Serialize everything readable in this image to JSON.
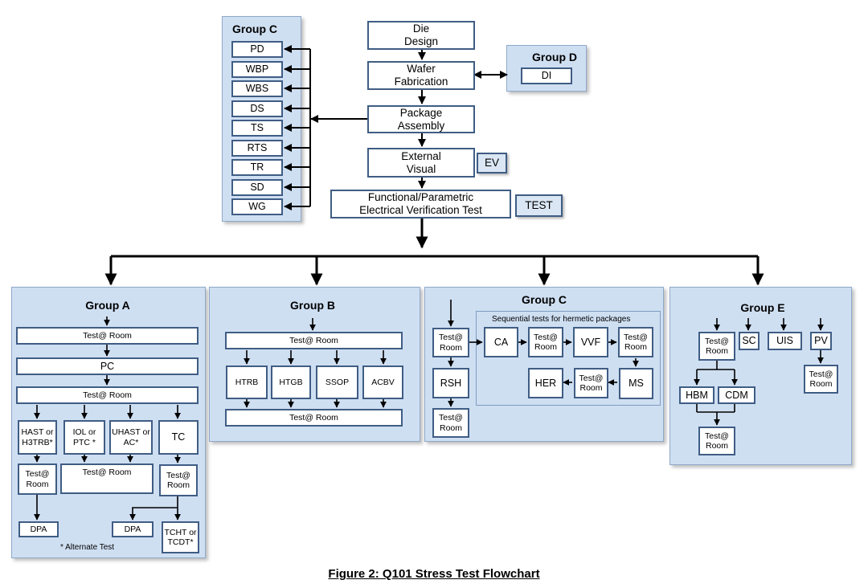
{
  "caption": "Figure 2:  Q101 Stress Test Flowchart",
  "main_flow": {
    "die_design": "Die\nDesign",
    "wafer_fabrication": "Wafer\nFabrication",
    "package_assembly": "Package\nAssembly",
    "external_visual": "External\nVisual",
    "functional_test": "Functional/Parametric\nElectrical Verification Test",
    "ev_badge": "EV",
    "test_badge": "TEST"
  },
  "group_c_top": {
    "title": "Group C",
    "items": [
      "PD",
      "WBP",
      "WBS",
      "DS",
      "TS",
      "RTS",
      "TR",
      "SD",
      "WG"
    ]
  },
  "group_d": {
    "title": "Group D",
    "items": [
      "DI"
    ]
  },
  "group_a": {
    "title": "Group A",
    "test_room_1": "Test@ Room",
    "pc": "PC",
    "test_room_2": "Test@ Room",
    "hast": "HAST or\nH3TRB*",
    "iol": "IOL or\nPTC *",
    "uhast": "UHAST or\nAC*",
    "tc": "TC",
    "test_room_left": "Test@\nRoom",
    "test_room_mid": "Test@ Room",
    "test_room_right": "Test@\nRoom",
    "dpa_left": "DPA",
    "dpa_right": "DPA",
    "tcht": "TCHT or\nTCDT*",
    "note": "* Alternate Test"
  },
  "group_b": {
    "title": "Group B",
    "test_room_top": "Test@ Room",
    "htrb": "HTRB",
    "htgb": "HTGB",
    "ssop": "SSOP",
    "acbv": "ACBV",
    "test_room_bottom": "Test@ Room"
  },
  "group_c_bottom": {
    "title": "Group C",
    "sequential_label": "Sequential tests for hermetic packages",
    "test_room_1": "Test@\nRoom",
    "rsh": "RSH",
    "test_room_2": "Test@\nRoom",
    "ca": "CA",
    "test_room_3": "Test@\nRoom",
    "vvf": "VVF",
    "test_room_4": "Test@\nRoom",
    "ms": "MS",
    "test_room_5": "Test@\nRoom",
    "her": "HER"
  },
  "group_e": {
    "title": "Group E",
    "test_room_1": "Test@\nRoom",
    "sc": "SC",
    "uis": "UIS",
    "pv": "PV",
    "test_room_pv": "Test@\nRoom",
    "hbm": "HBM",
    "cdm": "CDM",
    "test_room_bottom": "Test@\nRoom"
  }
}
